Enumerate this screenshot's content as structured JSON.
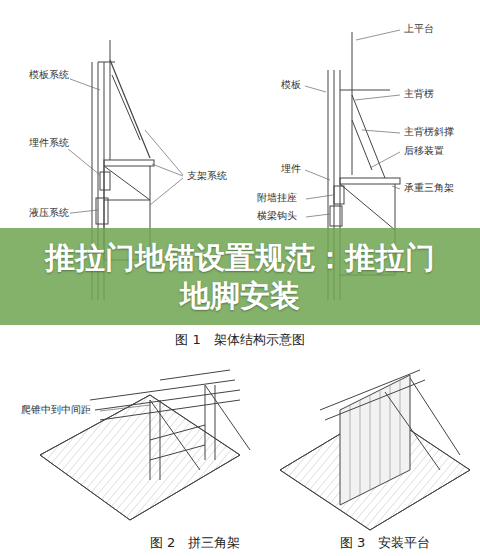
{
  "diagram": {
    "nodes": [
      {
        "text": [
          "推拉门地锚设置规范：推拉门地脚安装"
        ]
      }
    ],
    "labels": [
      "模板系统",
      "埋件系统",
      "液压系统",
      "支架系统",
      "上平台",
      "模板",
      "主背楞",
      "主背楞斜撑",
      "埋件",
      "后移装置",
      "附墙挂座",
      "承重三角架",
      "横梁钩头",
      "图 1　架体结构示意图",
      "爬锥中到中间距",
      "图 2　拼三角架",
      "图 3　安装平台"
    ]
  }
}
